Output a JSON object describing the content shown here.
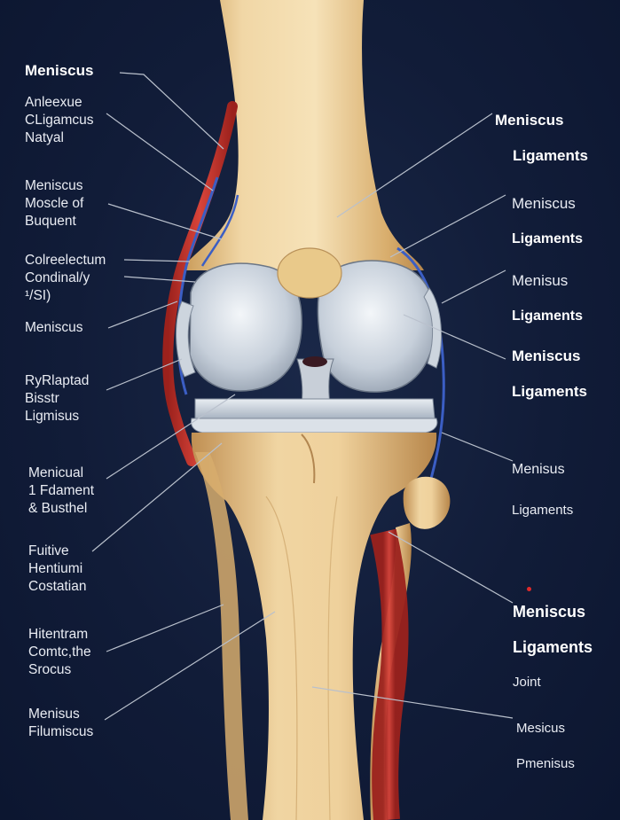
{
  "colors": {
    "background": "#0f1a33",
    "bone": "#e9c98f",
    "cartilage": "#c9d2dc",
    "artery": "#c8342c",
    "vein": "#3a56b0",
    "leader_line": "#b9c0cc"
  },
  "left_labels": [
    {
      "id": "l1",
      "text": "Meniscus",
      "bold": true
    },
    {
      "id": "l2",
      "text": "Anleexue\nCLigamcus\nNatyal",
      "bold": false
    },
    {
      "id": "l3",
      "text": "Meniscus\nMoscle  of\nBuquent",
      "bold": false
    },
    {
      "id": "l4",
      "text": "Colreelectum\nCondinal/y\n¹/SI)",
      "bold": false
    },
    {
      "id": "l5",
      "text": "Meniscus",
      "bold": false
    },
    {
      "id": "l6",
      "text": "RyRlaptad\nBisstr\nLigmisus",
      "bold": false
    },
    {
      "id": "l7",
      "text": "Menicual\n1 Fdament\n&  Busthel",
      "bold": false
    },
    {
      "id": "l8",
      "text": "Fuitive\nHentiumi\nCostatian",
      "bold": false
    },
    {
      "id": "l9",
      "text": "Hitentram\nComtc,the\nSrocus",
      "bold": false
    },
    {
      "id": "l10",
      "text": "Menisus\nFilumiscus",
      "bold": false
    }
  ],
  "right_labels": [
    {
      "id": "r1",
      "line1": "Meniscus",
      "line2": "Ligaments",
      "line3": "",
      "bold1": true,
      "bold2": true
    },
    {
      "id": "r2",
      "line1": "Meniscus",
      "line2": "Ligaments",
      "line3": "",
      "bold1": false,
      "bold2": true
    },
    {
      "id": "r3",
      "line1": "Menisus",
      "line2": "Ligaments",
      "line3": "",
      "bold1": false,
      "bold2": true
    },
    {
      "id": "r4",
      "line1": "Meniscus",
      "line2": "Ligaments",
      "line3": "",
      "bold1": true,
      "bold2": true
    },
    {
      "id": "r5",
      "line1": "Menisus",
      "line2": "Ligaments",
      "line3": "",
      "bold1": false,
      "bold2": false
    },
    {
      "id": "r6",
      "line1": "Meniscus",
      "line2": "Ligaments",
      "line3": "Joint",
      "bold1": true,
      "bold2": true
    },
    {
      "id": "r7",
      "line1": "Mesicus",
      "line2": "Pmenisus",
      "line3": "",
      "bold1": false,
      "bold2": false
    }
  ]
}
